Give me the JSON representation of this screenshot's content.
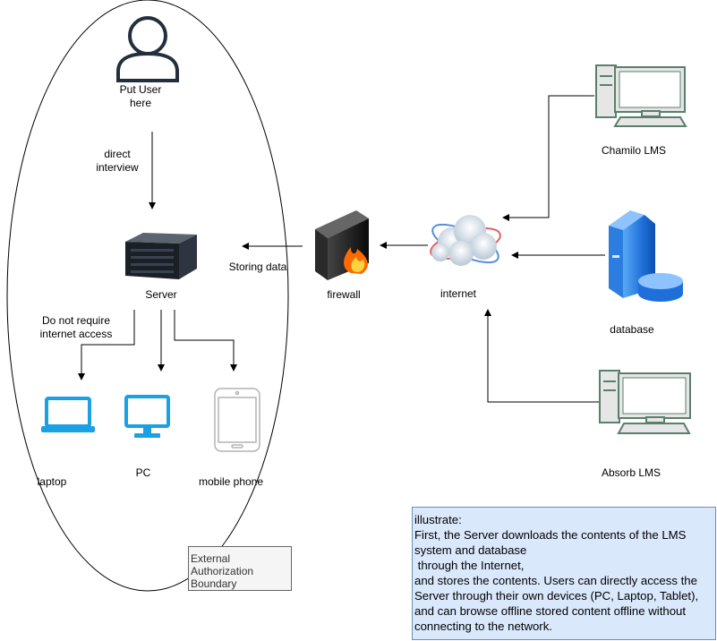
{
  "nodes": {
    "user": {
      "label_line1": "Put User",
      "label_line2": "here",
      "icon": "user-icon"
    },
    "server": {
      "label": "Server",
      "icon": "server-icon"
    },
    "firewall": {
      "label": "firewall",
      "icon": "firewall-icon"
    },
    "internet": {
      "label": "internet",
      "icon": "cloud-icon"
    },
    "chamilo": {
      "label": "Chamilo LMS",
      "icon": "desktop-computer-icon"
    },
    "database": {
      "label": "database",
      "icon": "database-server-icon"
    },
    "absorb": {
      "label": "Absorb LMS",
      "icon": "desktop-computer-icon"
    },
    "laptop": {
      "label": "laptop",
      "icon": "laptop-icon"
    },
    "pc": {
      "label": "PC",
      "icon": "monitor-icon"
    },
    "mobile": {
      "label": "mobile phone",
      "icon": "mobile-phone-icon"
    }
  },
  "edge_labels": {
    "direct_line1": "direct",
    "direct_line2": "interview",
    "storing": "Storing data",
    "noreq_line1": "Do not require",
    "noreq_line2": "internet access"
  },
  "boundary": {
    "line1": "External",
    "line2": "Authorization",
    "line3": "Boundary"
  },
  "note": {
    "lines": [
      "illustrate:",
      "First, the Server downloads the contents of the LMS",
      "system and database",
      " through the Internet,",
      "and stores the contents. Users can directly access the",
      "Server through their own devices (PC, Laptop, Tablet),",
      "and can browse offline stored content offline without",
      "connecting to the network."
    ]
  },
  "colors": {
    "device_blue": "#1ba1e2",
    "note_fill": "#dae8fc",
    "note_border": "#6c8ebf",
    "computer_gray": "#e6e6e6",
    "computer_green_outline": "#5a7f6b"
  }
}
